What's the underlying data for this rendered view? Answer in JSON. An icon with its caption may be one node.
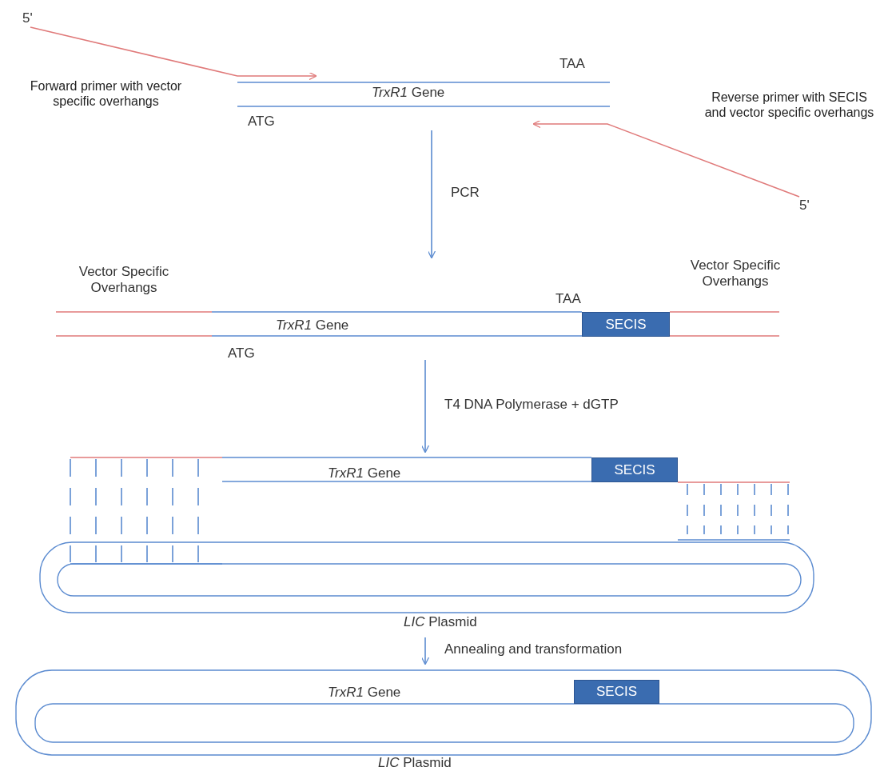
{
  "diagram": {
    "nodes": [
      {
        "text": [
          "5'"
        ]
      },
      {
        "text": [
          "TAA",
          "*TrxR1* Gene",
          "ATG"
        ]
      },
      {
        "text": [
          "5'"
        ]
      },
      {
        "text": [
          "Vector Specific Overhangs",
          "TAA",
          "Vector Specific Overhangs",
          "*TrxR1* Gene",
          "ATG"
        ]
      },
      {
        "text": [
          "SECIS"
        ],
        "in": 3
      },
      {
        "text": [
          "*TrxR1* Gene",
          "*LIC* Plasmid"
        ]
      },
      {
        "text": [
          "SECIS"
        ],
        "in": 5
      },
      {
        "text": [
          "*TrxR1* Gene",
          "*LIC* Plasmid"
        ]
      },
      {
        "text": [
          "SECIS"
        ],
        "in": 7
      }
    ],
    "edges": [
      {
        "from": 0,
        "to": 1,
        "arrow": "to",
        "color": "#e07a7a"
      },
      {
        "from": 2,
        "to": 1,
        "arrow": "to",
        "color": "#e07a7a"
      },
      {
        "from": 1,
        "to": 3,
        "arrow": "to",
        "label": "PCR"
      },
      {
        "from": 3,
        "to": 5,
        "arrow": "to",
        "label": "T4 DNA Polymerase + dGTP"
      },
      {
        "from": 5,
        "to": 7,
        "arrow": "to",
        "label": "Annealing and transformation"
      }
    ],
    "labels": [
      "Forward primer with vector specific overhangs",
      "Reverse primer with SECIS and vector specific overhangs"
    ]
  }
}
